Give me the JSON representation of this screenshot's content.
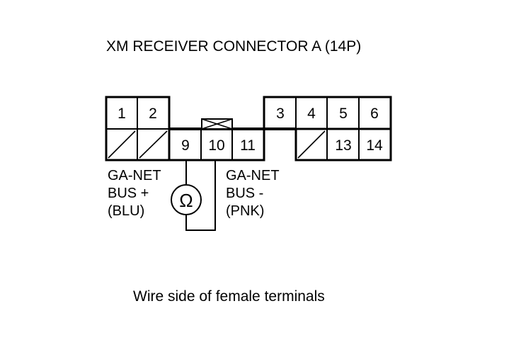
{
  "title": "XM RECEIVER CONNECTOR A (14P)",
  "caption": "Wire side of female terminals",
  "connector": {
    "pins": {
      "p1": "1",
      "p2": "2",
      "p3": "3",
      "p4": "4",
      "p5": "5",
      "p6": "6",
      "p9": "9",
      "p10": "10",
      "p11": "11",
      "p13": "13",
      "p14": "14"
    }
  },
  "wires": {
    "left": {
      "line1": "GA-NET",
      "line2": "BUS +",
      "line3": "(BLU)"
    },
    "right": {
      "line1": "GA-NET",
      "line2": "BUS -",
      "line3": "(PNK)"
    }
  },
  "meter": {
    "symbol": "Ω",
    "icon": "ohmmeter-icon"
  }
}
